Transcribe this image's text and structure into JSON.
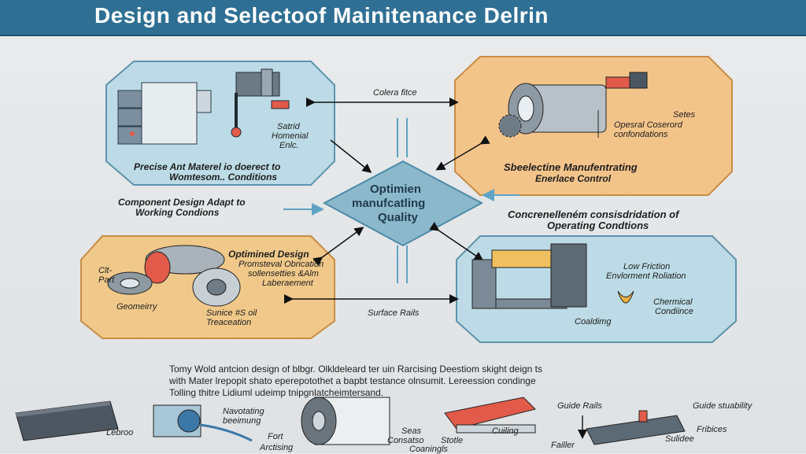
{
  "title": "Design and Selectoof Mainitenance Delrin",
  "center": {
    "line1": "Optimien",
    "line2": "manufcatling",
    "line3": "Quality"
  },
  "panels": {
    "top_left": {
      "labels": [
        "Satrid",
        "Homenial",
        "Enlc."
      ],
      "caption_line1": "Precise Ant Materel io doerect to",
      "caption_line2": "Womtesom.. Conditions"
    },
    "top_right": {
      "labels": [
        "Setes",
        "Opesral Coserord",
        "confondations"
      ],
      "caption_line1": "Sbeelectine Manufentrating",
      "caption_line2": "Enerlace Control"
    },
    "bottom_left": {
      "title": "Optimined Design",
      "sub1": "Promsteval Obrication",
      "sub2": "sollensetties &Alm",
      "sub3": "Laberaement",
      "label_left1": "Clt-",
      "label_left2": "Part",
      "label_geometry": "Geomeirry",
      "label_surface1": "Sunice #S oil",
      "label_surface2": "Treaceation"
    },
    "bottom_right": {
      "label1": "Low Friction",
      "label2": "Envlorment Roliation",
      "label3": "Chermical",
      "label4": "Condiince",
      "label5": "Coaldimg"
    }
  },
  "connectors": {
    "top": "Colera fitce",
    "bottom": "Surface Rails",
    "left_line1": "Component Design Adapt to",
    "left_line2": "Working Condions",
    "right_line1": "Concrenelleném consisdridation of",
    "right_line2": "Operating Condtions"
  },
  "description": {
    "line1": "Tomy Wold antcion design of blbgr. Olkldeleard ter uin Rarcising Deestiom skight deign ts",
    "line2": "with Mater lrepopit shato eperepotothet a bapbt testance olnsumit. Lereession condinge",
    "line3": "Tolling thitre Lidiuml udeimp tnipgnlatcheimtersand."
  },
  "bottom_strip": {
    "lebroo": "Lebroo",
    "navig1": "Navotating",
    "navig2": "beeimung",
    "fort": "Fort",
    "artising": "Arctising",
    "seas": "Seas",
    "consatso": "Consatso",
    "stotle": "Stotle",
    "coaningls": "Coaningls",
    "culling": "Cuiling",
    "guide_rails": "Guide Rails",
    "guide_stability": "Guide stuability",
    "failer": "Failler",
    "frbices": "Fribices",
    "sulidee": "Sulidee"
  },
  "colors": {
    "banner": "#2f6f94",
    "blue_panel": "#bcdbe6",
    "orange_panel": "#f3c48a",
    "diamond": "#8cb8cc",
    "accent_red": "#e25a4a"
  }
}
